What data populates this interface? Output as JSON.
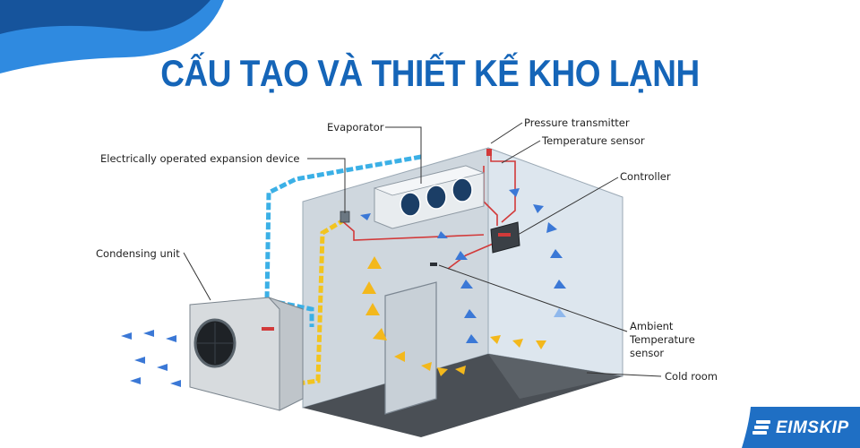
{
  "title": "CẤU TẠO VÀ THIẾT KẾ KHO LẠNH",
  "labels": {
    "evaporator": "Evaporator",
    "pressure_transmitter": "Pressure transmitter",
    "temperature_sensor": "Temperature sensor",
    "expansion_device": "Electrically operated expansion device",
    "controller": "Controller",
    "condensing_unit": "Condensing unit",
    "ambient_line1": "Ambient",
    "ambient_line2": "Temperature",
    "ambient_line3": "sensor",
    "cold_room": "Cold room"
  },
  "brand": {
    "name": "EIMSKIP"
  },
  "colors": {
    "title": "#1565b8",
    "header_shape": "#1f6fc4",
    "pipe_blue": "#3bb0e6",
    "pipe_yellow": "#f2c41f",
    "wire_red": "#d23a3a",
    "arrow_blue": "#3b78d6",
    "arrow_yellow": "#f3b81c",
    "brand_bg": "#1f6fc4"
  },
  "icons": [
    "eimskip-logo-icon",
    "fan-icon",
    "arrow-icon"
  ]
}
